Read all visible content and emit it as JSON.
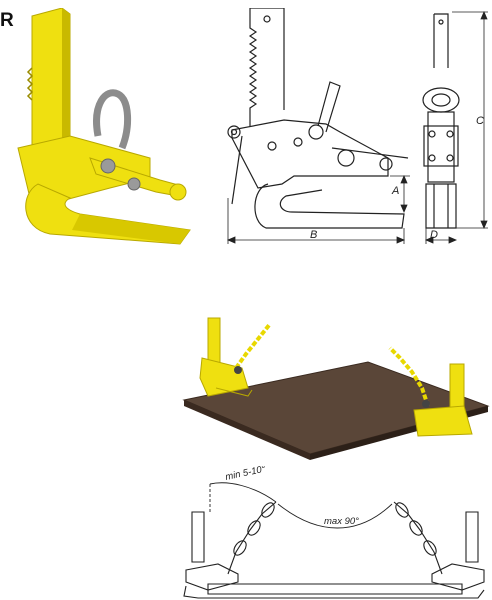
{
  "header": {
    "corner_letter": "R"
  },
  "dimensions": {
    "a": "A",
    "b": "B",
    "c": "C",
    "d": "D"
  },
  "angles": {
    "min": "min 5-10°",
    "max": "max 90°"
  },
  "colors": {
    "yellow": "#f2e414",
    "yellow_dark": "#c9b900",
    "steel": "#9a9a9a",
    "plate": "#5a4638",
    "line": "#222222"
  }
}
